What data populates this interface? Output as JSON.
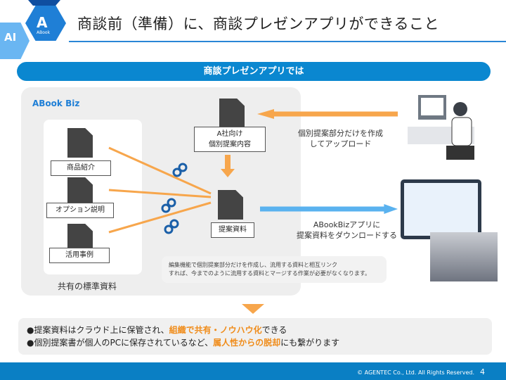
{
  "header": {
    "title": "商談前（準備）に、商談プレゼンアプリができること",
    "logo_text": "ABook",
    "ai_badge": "AI"
  },
  "banner": "商談プレゼンアプリでは",
  "left_panel": {
    "logo": "ABook Biz",
    "caption": "共有の標準資料",
    "docs": [
      "商品紹介",
      "オプション説明",
      "活用事例"
    ]
  },
  "center": {
    "individual_doc": "A社向け\n個別提案内容",
    "proposal_doc": "提案資料"
  },
  "right": {
    "upload_caption": "個別提案部分だけを作成\nしてアップロード",
    "download_caption": "ABookBizアプリに\n提案資料をダウンロードする"
  },
  "note": {
    "line1": "編集機能で個別提案部分だけを作成し、流用する資料と相互リンク",
    "line2": "すれば、今までのように流用する資料とマージする作業が必要がなくなります。"
  },
  "bullets": [
    {
      "pre": "●提案資料はクラウド上に保管され、",
      "hl": "組織で共有・ノウハウ化",
      "post": "できる"
    },
    {
      "pre": "●個別提案書が個人のPCに保存されているなど、",
      "hl": "属人性からの脱却",
      "post": "にも繋がります"
    }
  ],
  "footer": {
    "copyright": "© AGENTEC Co., Ltd. All Rights Reserved.",
    "page": "4"
  },
  "colors": {
    "accent": "#0a87d0",
    "highlight": "#f08c1a",
    "arrow": "#f7a64c"
  }
}
